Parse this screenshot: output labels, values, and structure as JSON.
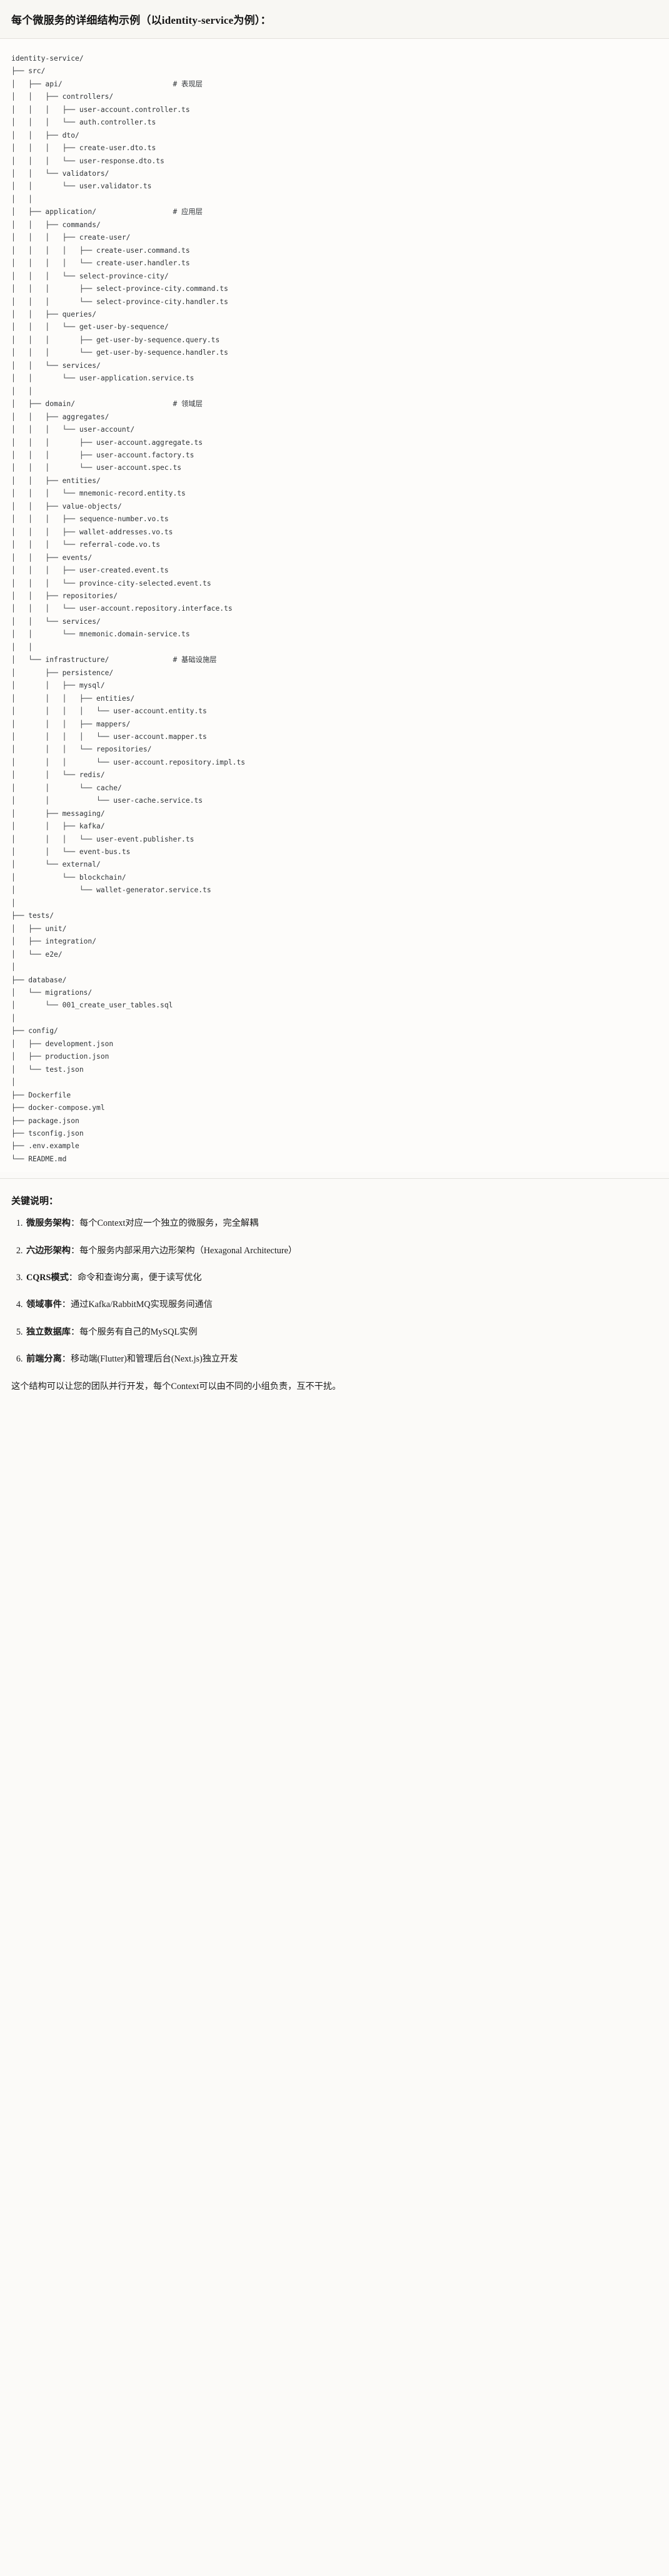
{
  "header": {
    "title": "每个微服务的详细结构示例（以identity-service为例）："
  },
  "tree": {
    "root": "identity-service/",
    "text": "identity-service/\n├── src/\n│   ├── api/                          # 表现层\n│   │   ├── controllers/\n│   │   │   ├── user-account.controller.ts\n│   │   │   └── auth.controller.ts\n│   │   ├── dto/\n│   │   │   ├── create-user.dto.ts\n│   │   │   └── user-response.dto.ts\n│   │   └── validators/\n│   │       └── user.validator.ts\n│   │\n│   ├── application/                  # 应用层\n│   │   ├── commands/\n│   │   │   ├── create-user/\n│   │   │   │   ├── create-user.command.ts\n│   │   │   │   └── create-user.handler.ts\n│   │   │   └── select-province-city/\n│   │   │       ├── select-province-city.command.ts\n│   │   │       └── select-province-city.handler.ts\n│   │   ├── queries/\n│   │   │   └── get-user-by-sequence/\n│   │   │       ├── get-user-by-sequence.query.ts\n│   │   │       └── get-user-by-sequence.handler.ts\n│   │   └── services/\n│   │       └── user-application.service.ts\n│   │\n│   ├── domain/                       # 领域层\n│   │   ├── aggregates/\n│   │   │   └── user-account/\n│   │   │       ├── user-account.aggregate.ts\n│   │   │       ├── user-account.factory.ts\n│   │   │       └── user-account.spec.ts\n│   │   ├── entities/\n│   │   │   └── mnemonic-record.entity.ts\n│   │   ├── value-objects/\n│   │   │   ├── sequence-number.vo.ts\n│   │   │   ├── wallet-addresses.vo.ts\n│   │   │   └── referral-code.vo.ts\n│   │   ├── events/\n│   │   │   ├── user-created.event.ts\n│   │   │   └── province-city-selected.event.ts\n│   │   ├── repositories/\n│   │   │   └── user-account.repository.interface.ts\n│   │   └── services/\n│   │       └── mnemonic.domain-service.ts\n│   │\n│   └── infrastructure/               # 基础设施层\n│       ├── persistence/\n│       │   ├── mysql/\n│       │   │   ├── entities/\n│       │   │   │   └── user-account.entity.ts\n│       │   │   ├── mappers/\n│       │   │   │   └── user-account.mapper.ts\n│       │   │   └── repositories/\n│       │   │       └── user-account.repository.impl.ts\n│       │   └── redis/\n│       │       └── cache/\n│       │           └── user-cache.service.ts\n│       ├── messaging/\n│       │   ├── kafka/\n│       │   │   └── user-event.publisher.ts\n│       │   └── event-bus.ts\n│       └── external/\n│           └── blockchain/\n│               └── wallet-generator.service.ts\n│\n├── tests/\n│   ├── unit/\n│   ├── integration/\n│   └── e2e/\n│\n├── database/\n│   └── migrations/\n│       └── 001_create_user_tables.sql\n│\n├── config/\n│   ├── development.json\n│   ├── production.json\n│   └── test.json\n│\n├── Dockerfile\n├── docker-compose.yml\n├── package.json\n├── tsconfig.json\n├── .env.example\n└── README.md",
    "comments": [
      "# 表现层",
      "# 应用层",
      "# 领域层",
      "# 基础设施层"
    ]
  },
  "keypoints": {
    "title": "关键说明：",
    "items": [
      {
        "term": "微服务架构",
        "desc": "：每个Context对应一个独立的微服务，完全解耦"
      },
      {
        "term": "六边形架构",
        "desc": "：每个服务内部采用六边形架构（Hexagonal Architecture）"
      },
      {
        "term": "CQRS模式",
        "desc": "：命令和查询分离，便于读写优化"
      },
      {
        "term": "领域事件",
        "desc": "：通过Kafka/RabbitMQ实现服务间通信"
      },
      {
        "term": "独立数据库",
        "desc": "：每个服务有自己的MySQL实例"
      },
      {
        "term": "前端分离",
        "desc": "：移动端(Flutter)和管理后台(Next.js)独立开发"
      }
    ],
    "footer": "这个结构可以让您的团队并行开发，每个Context可以由不同的小组负责，互不干扰。"
  }
}
